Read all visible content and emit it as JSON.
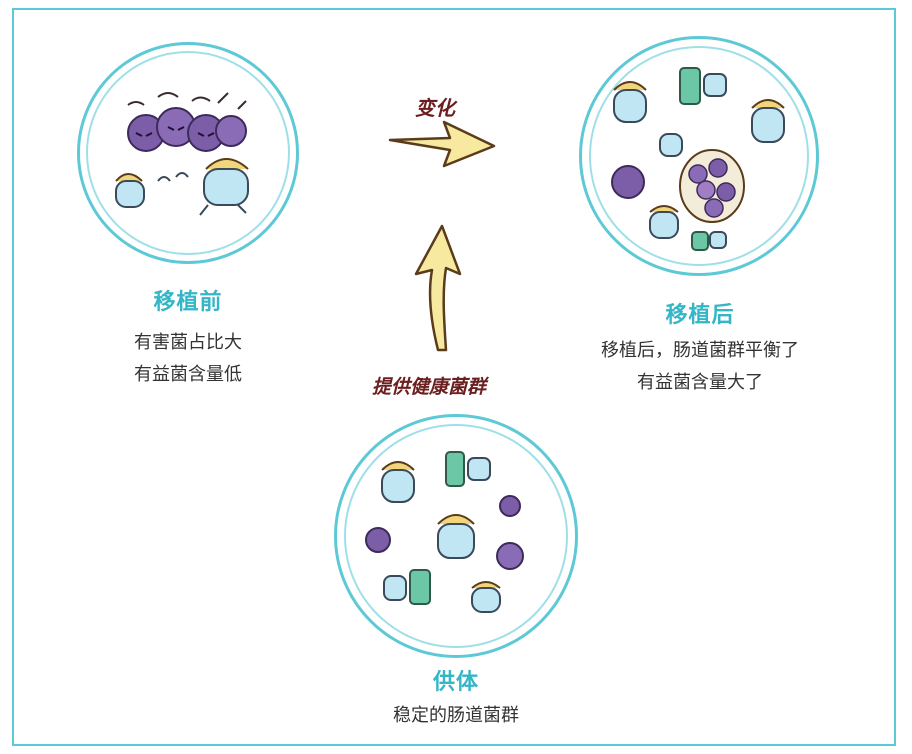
{
  "before": {
    "title": "移植前",
    "lines": [
      "有害菌占比大",
      "有益菌含量低"
    ]
  },
  "after": {
    "title": "移植后",
    "lines": [
      "移植后，肠道菌群平衡了",
      "有益菌含量大了"
    ]
  },
  "donor": {
    "title": "供体",
    "lines": [
      "稳定的肠道菌群"
    ]
  },
  "arrow_change_label": "变化",
  "arrow_supply_label": "提供健康菌群",
  "colors": {
    "ring": "#5ec9d6",
    "title": "#35b6c7",
    "handwriting": "#6b1f1f",
    "arrow_fill": "#f7e9a0",
    "arrow_stroke": "#5a3b1a",
    "harmful": "#7b5ea7",
    "good_blue": "#bfe6f2",
    "good_green": "#6cc7a7",
    "hat": "#f2d47a"
  },
  "icons": [
    "harmful-bacteria-icon",
    "good-bacteria-icon",
    "arrow-right-icon",
    "arrow-up-icon"
  ]
}
